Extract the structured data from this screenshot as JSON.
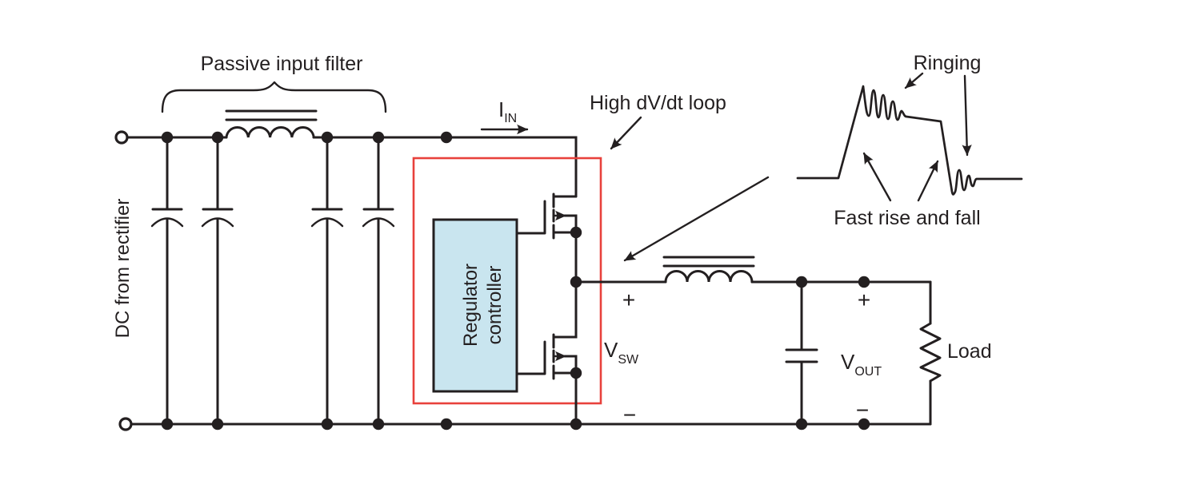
{
  "figure": {
    "background": "#ffffff",
    "line_color": "#231f20",
    "loop_color": "#e8413c",
    "controller_fill": "#c9e5ef"
  },
  "labels": {
    "input_filter": "Passive input filter",
    "dc_source": "DC from rectifier",
    "input_current": {
      "base": "I",
      "sub": "IN"
    },
    "dvdt_loop": "High dV/dt loop",
    "regulator_line1": "Regulator",
    "regulator_line2": "controller",
    "switch_voltage": {
      "base": "V",
      "sub": "SW"
    },
    "output_voltage": {
      "base": "V",
      "sub": "OUT"
    },
    "load": "Load",
    "ringing": "Ringing",
    "fast_rise_fall": "Fast rise and fall",
    "plus": "+",
    "minus": "−"
  }
}
